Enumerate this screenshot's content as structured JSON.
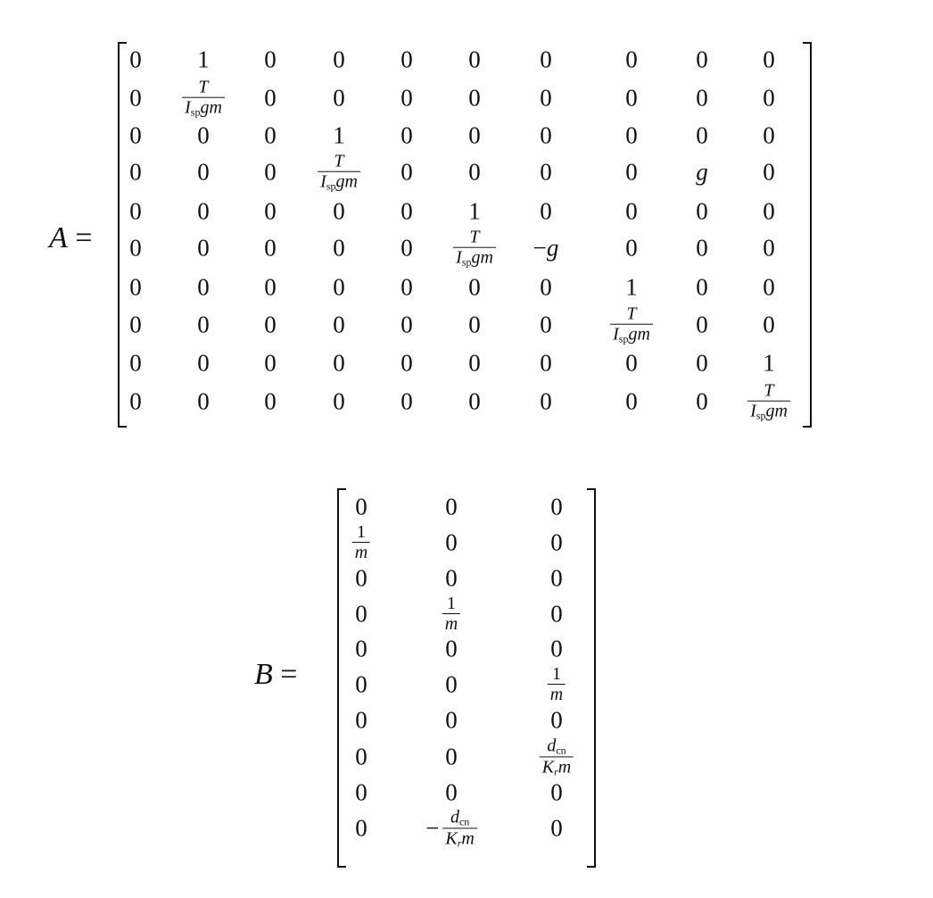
{
  "equations": [
    {
      "name": "A",
      "label": "A",
      "equals": "=",
      "rows": 10,
      "cols": 10,
      "matrix": [
        [
          "0",
          "1",
          "0",
          "0",
          "0",
          "0",
          "0",
          "0",
          "0",
          "0"
        ],
        [
          "0",
          "T/(Isp g m)",
          "0",
          "0",
          "0",
          "0",
          "0",
          "0",
          "0",
          "0"
        ],
        [
          "0",
          "0",
          "0",
          "1",
          "0",
          "0",
          "0",
          "0",
          "0",
          "0"
        ],
        [
          "0",
          "0",
          "0",
          "T/(Isp g m)",
          "0",
          "0",
          "0",
          "0",
          "g",
          "0"
        ],
        [
          "0",
          "0",
          "0",
          "0",
          "0",
          "1",
          "0",
          "0",
          "0",
          "0"
        ],
        [
          "0",
          "0",
          "0",
          "0",
          "0",
          "T/(Isp g m)",
          "-g",
          "0",
          "0",
          "0"
        ],
        [
          "0",
          "0",
          "0",
          "0",
          "0",
          "0",
          "0",
          "1",
          "0",
          "0"
        ],
        [
          "0",
          "0",
          "0",
          "0",
          "0",
          "0",
          "0",
          "T/(Isp g m)",
          "0",
          "0"
        ],
        [
          "0",
          "0",
          "0",
          "0",
          "0",
          "0",
          "0",
          "0",
          "0",
          "1"
        ],
        [
          "0",
          "0",
          "0",
          "0",
          "0",
          "0",
          "0",
          "0",
          "0",
          "T/(Isp g m)"
        ]
      ]
    },
    {
      "name": "B",
      "label": "B",
      "equals": "=",
      "rows": 10,
      "cols": 3,
      "matrix": [
        [
          "0",
          "0",
          "0"
        ],
        [
          "1/m",
          "0",
          "0"
        ],
        [
          "0",
          "0",
          "0"
        ],
        [
          "0",
          "1/m",
          "0"
        ],
        [
          "0",
          "0",
          "0"
        ],
        [
          "0",
          "0",
          "1/m"
        ],
        [
          "0",
          "0",
          "0"
        ],
        [
          "0",
          "0",
          "d_cn/(K_r m)"
        ],
        [
          "0",
          "0",
          "0"
        ],
        [
          "0",
          "-d_cn/(K_r m)",
          "0"
        ]
      ]
    }
  ],
  "symbols": {
    "T": "T",
    "Isp_base": "I",
    "Isp_sub": "sp",
    "gm": "gm",
    "one": "1",
    "m": "m",
    "d": "d",
    "cn": "cn",
    "K": "K",
    "r": "r",
    "g": "g",
    "minus": "−"
  }
}
